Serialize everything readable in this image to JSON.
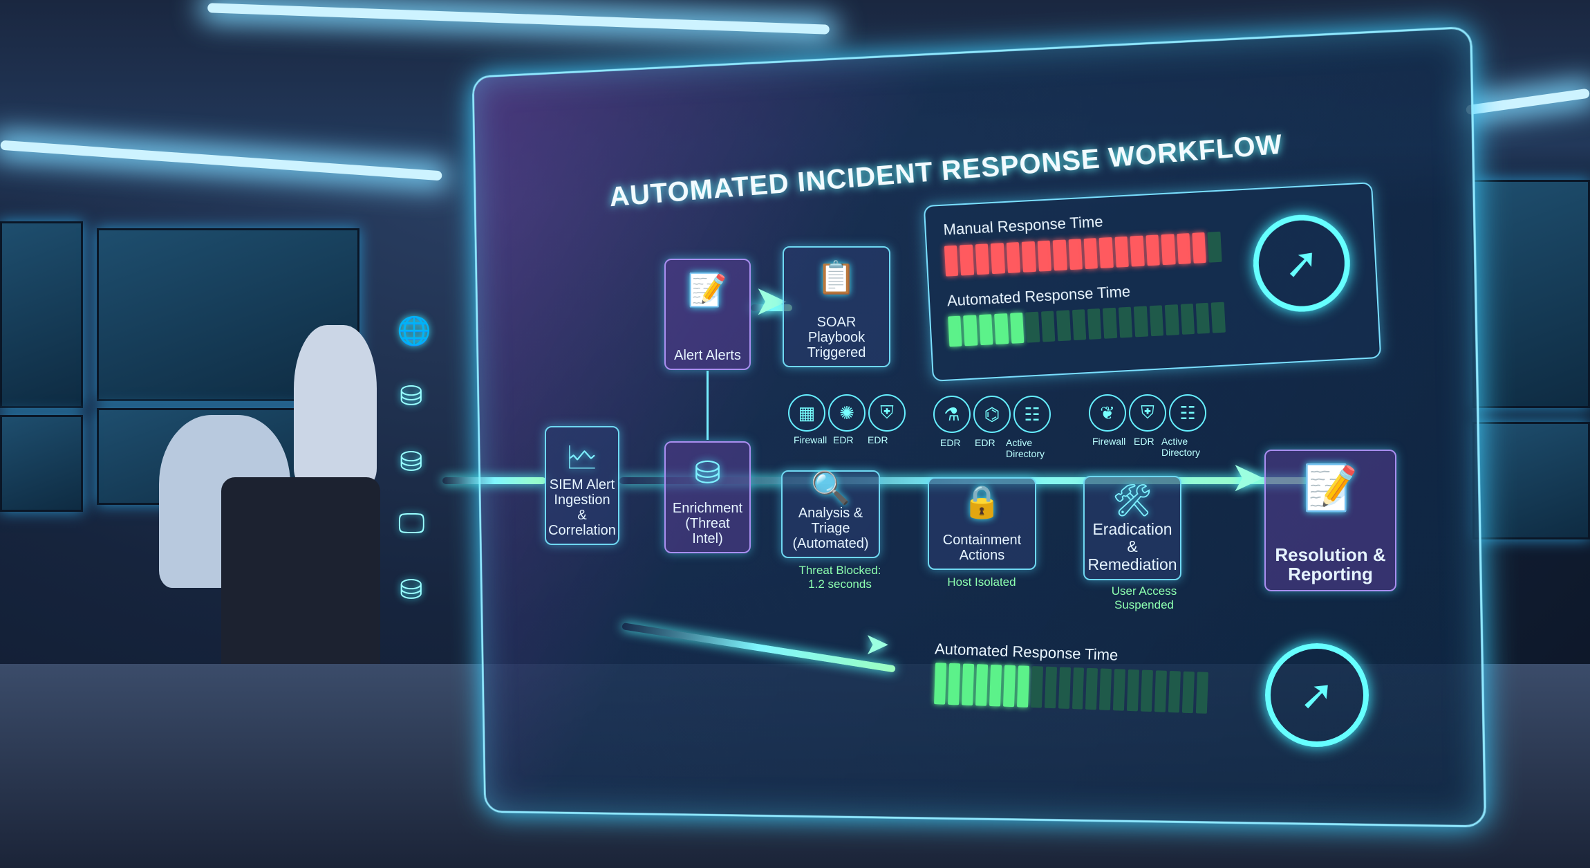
{
  "title": "AUTOMATED INCIDENT RESPONSE WORKFLOW",
  "colors": {
    "accent": "#6fe8ff",
    "manual": "#ff5a5f",
    "automated": "#5cf28a",
    "panel_border": "#8fe8ff"
  },
  "sources": [
    {
      "icon": "globe-icon"
    },
    {
      "icon": "database-icon"
    },
    {
      "icon": "database-icon"
    },
    {
      "icon": "monitor-icon"
    },
    {
      "icon": "database-icon"
    }
  ],
  "steps": {
    "siem": {
      "label": "SIEM Alert Ingestion & Correlation",
      "icon": "browser-pulse-icon"
    },
    "alerts": {
      "label": "Alert Alerts",
      "icon": "document-pen-icon"
    },
    "soar": {
      "label": "SOAR Playbook Triggered",
      "icon": "clipboard-checklist-icon"
    },
    "enrichment": {
      "label": "Enrichment (Threat Intel)",
      "icon": "database-gear-icon"
    },
    "analysis": {
      "label": "Analysis & Triage (Automated)",
      "icon": "magnifier-check-icon",
      "nodes": [
        "Firewall",
        "EDR",
        "EDR"
      ],
      "status": "Threat Blocked: 1.2 seconds"
    },
    "containment": {
      "label": "Containment Actions",
      "icon": "lock-icon",
      "nodes": [
        "EDR",
        "EDR",
        "Active Directory"
      ],
      "status": "Host Isolated"
    },
    "eradication": {
      "label": "Eradication & Remediation",
      "icon": "wrench-tools-icon",
      "nodes": [
        "Firewall",
        "EDR",
        "Active Directory"
      ],
      "status": "User Access Suspended"
    },
    "resolution": {
      "label": "Resolution & Reporting",
      "icon": "document-pen-icon"
    }
  },
  "metrics": {
    "manual": {
      "label": "Manual Response Time",
      "fill_fraction": 0.94
    },
    "automated": {
      "label": "Automated Response Time",
      "fill_fraction": 0.25
    },
    "bottom": {
      "label": "Automated Response Time",
      "fill_fraction": 0.35
    }
  }
}
